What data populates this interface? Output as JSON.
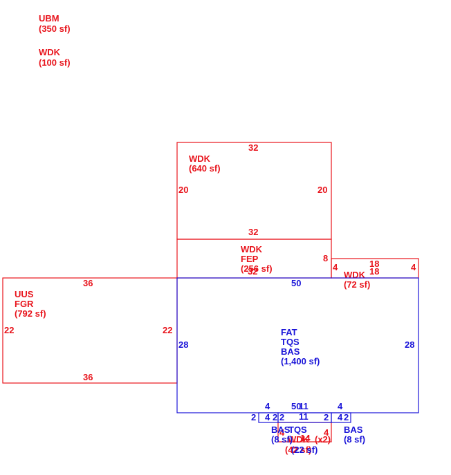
{
  "colors": {
    "red": "#e8141c",
    "blue": "#1a14d8",
    "background": "#ffffff"
  },
  "legend": [
    {
      "code": "UBM",
      "area": "(350 sf)"
    },
    {
      "code": "WDK",
      "area": "(100 sf)"
    }
  ],
  "areas": {
    "wdk_top": {
      "lines": [
        "WDK"
      ],
      "area": "(640 sf)",
      "dims": {
        "top": "32",
        "bottom": "32",
        "left": "20",
        "right": "20"
      }
    },
    "wdk_fep": {
      "lines": [
        "WDK",
        "FEP"
      ],
      "area": "(256 sf)",
      "dims": {
        "right": "8",
        "bottom": "32"
      }
    },
    "uus_fgr": {
      "lines": [
        "UUS",
        "FGR"
      ],
      "area": "(792 sf)",
      "dims": {
        "top": "36",
        "bottom": "36",
        "left": "22",
        "right": "22"
      }
    },
    "wdk_right": {
      "lines": [
        "WDK"
      ],
      "area": "(72 sf)",
      "dims": {
        "top": "18",
        "bottom": "18",
        "left": "4",
        "right": "4"
      }
    },
    "main": {
      "lines": [
        "FAT",
        "TQS",
        "BAS"
      ],
      "area": "(1,400 sf)",
      "dims": {
        "top": "50",
        "bottom": "50",
        "left": "28",
        "right": "28"
      }
    },
    "bas_left": {
      "lines": [
        "BAS"
      ],
      "area": "(8 sf)",
      "dims": {
        "top": "4",
        "inner_top": "4",
        "left": "2",
        "right": "2"
      }
    },
    "tqs_mid": {
      "lines": [
        "TQS"
      ],
      "area": "(22 sf)",
      "dims": {
        "top": "11",
        "bottom": "11",
        "left": "2",
        "right": "2"
      }
    },
    "wdk_mid": {
      "lines": [
        "WDK"
      ],
      "area": "(x2)",
      "dims": {
        "left": "4",
        "right": "4",
        "bottom": "14"
      }
    },
    "wdk_low": {
      "area": "(42 sf)"
    },
    "bas_right": {
      "lines": [
        "BAS"
      ],
      "area": "(8 sf)",
      "dims": {
        "top": "4",
        "inner_top": "4",
        "right": "2"
      }
    }
  }
}
